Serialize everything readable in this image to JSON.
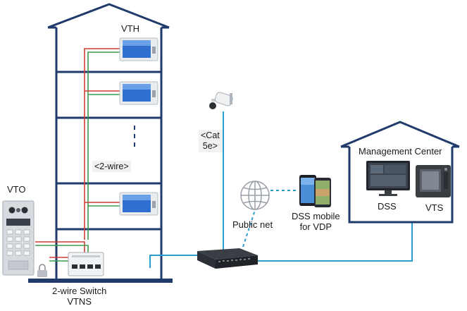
{
  "labels": {
    "vth": "VTH",
    "vto": "VTO",
    "two_wire": "<2-wire>",
    "cable": [
      "<Cat",
      "5e>"
    ],
    "switch": [
      "2-wire Switch",
      "VTNS"
    ],
    "public_net": "Public net",
    "dss_mobile": [
      "DSS mobile",
      "for VDP"
    ],
    "management_center": "Management Center",
    "dss": "DSS",
    "vts": "VTS"
  },
  "colors": {
    "building_outline": "#1f3a6b",
    "network_cable": "#2b9ccf",
    "wire_red": "#d13b33",
    "wire_green": "#3a9a4a",
    "label_box": "#f1f1f1"
  },
  "icons": {
    "indoor_monitor": "vth-monitor-icon",
    "door_station": "vto-door-station-icon",
    "camera": "bullet-camera-icon",
    "globe": "globe-icon",
    "phone": "smartphone-icon",
    "poe_switch": "network-switch-icon",
    "dss_screen": "monitor-icon",
    "vts_device": "vts-console-icon",
    "two_wire_switch": "vtns-switch-icon"
  }
}
